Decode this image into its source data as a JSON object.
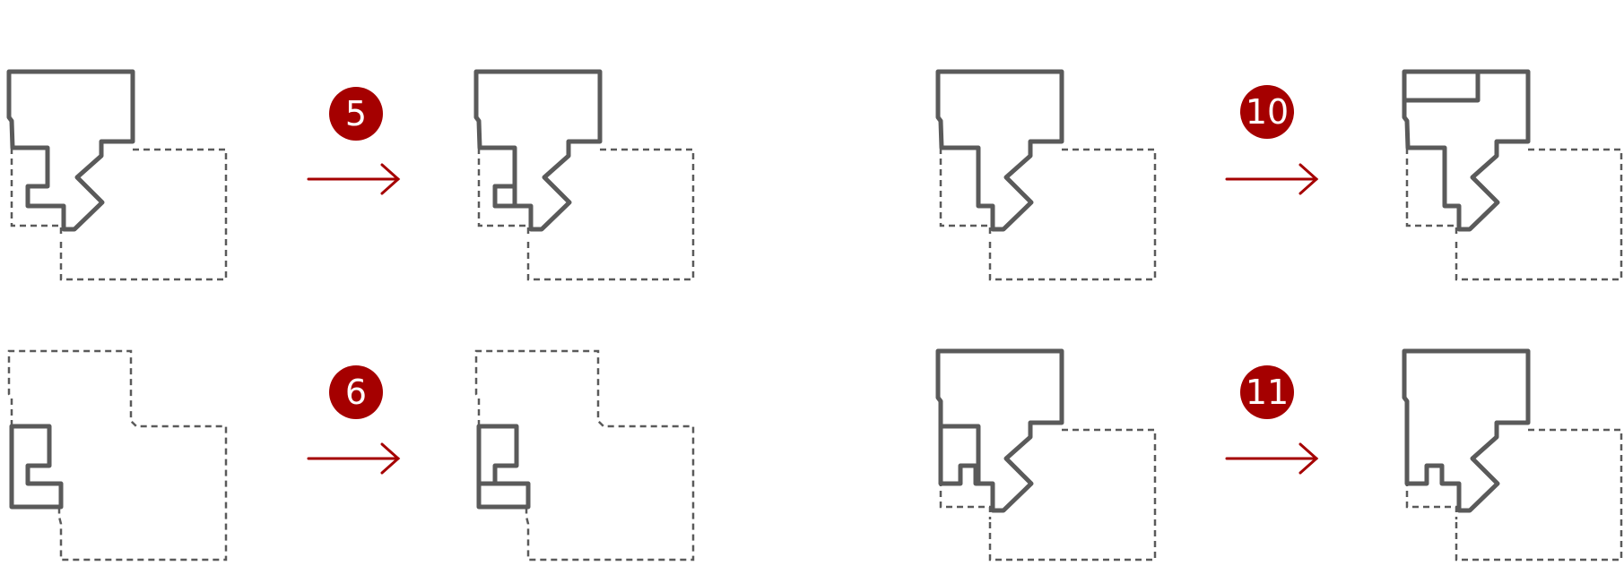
{
  "colors": {
    "accent": "#a50000",
    "outline": "#5a5a5a",
    "badge_text": "#ffffff",
    "background": "#ffffff"
  },
  "steps": [
    {
      "label": "5"
    },
    {
      "label": "6"
    },
    {
      "label": "10"
    },
    {
      "label": "11"
    }
  ]
}
